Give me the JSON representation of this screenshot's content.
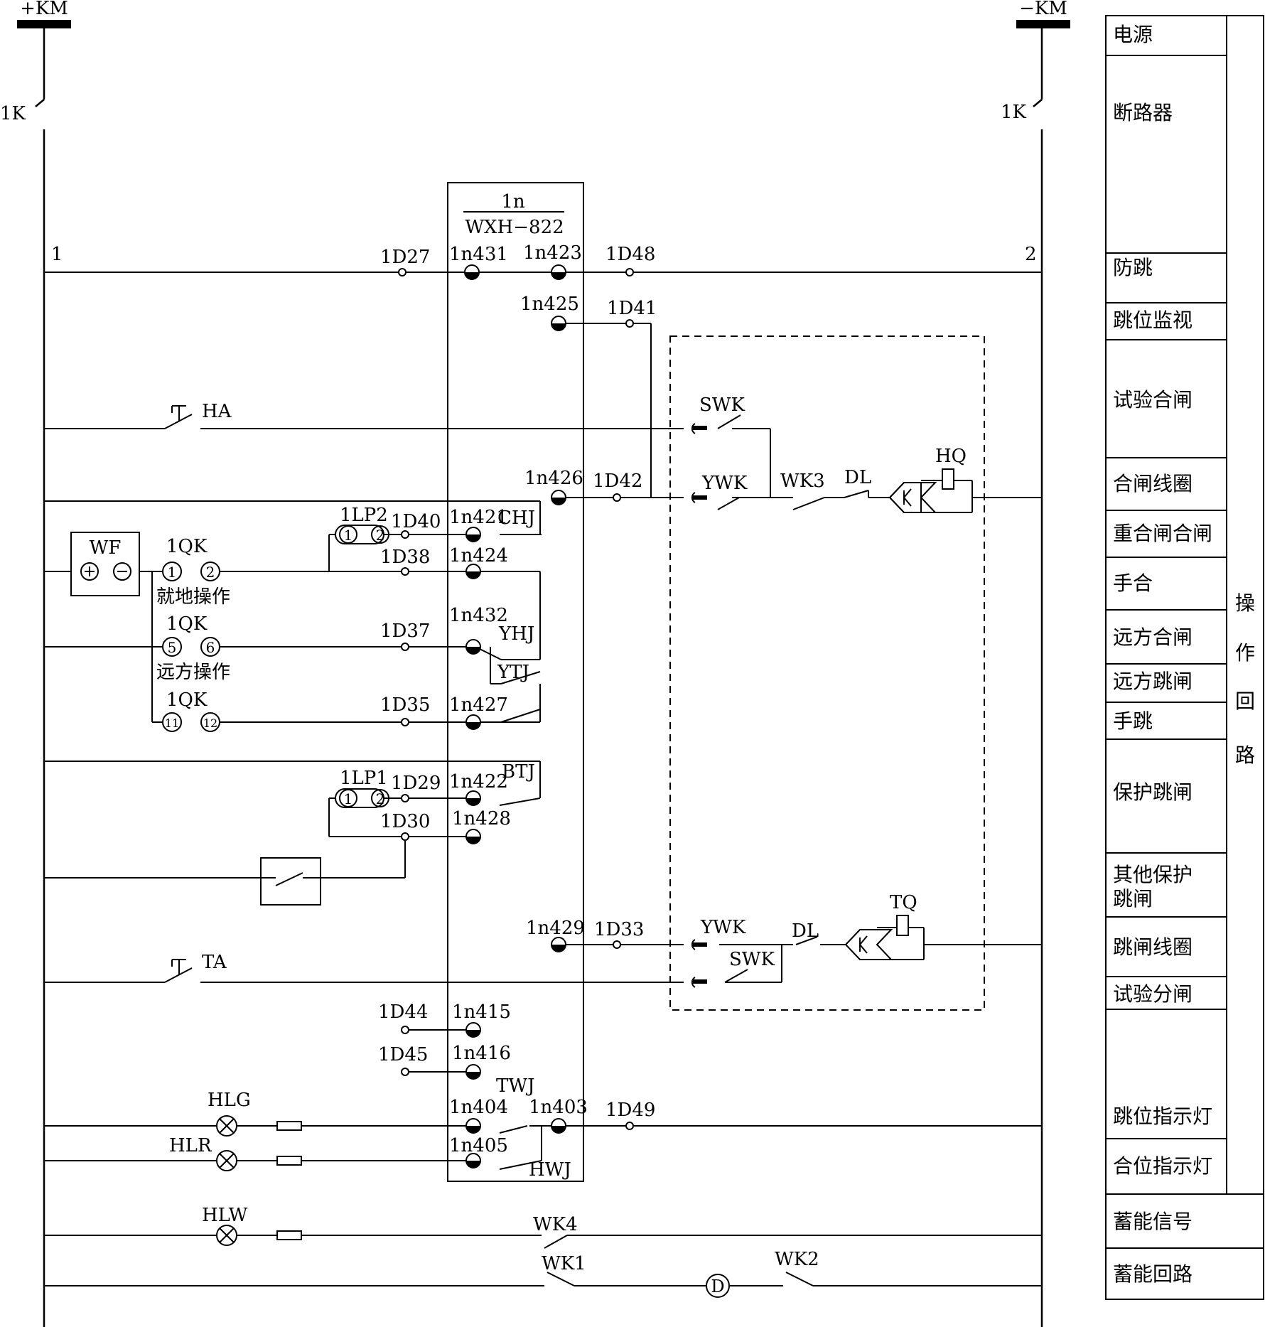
{
  "bus": {
    "pos": "+KM",
    "neg": "−KM",
    "switch": "1K",
    "node_left": "1",
    "node_right": "2"
  },
  "device": {
    "line1": "1n",
    "line2": "WXH−822"
  },
  "terminals": {
    "t431": "1n431",
    "t423": "1n423",
    "t425": "1n425",
    "t426": "1n426",
    "t421": "1n421",
    "t424": "1n424",
    "t432": "1n432",
    "t427": "1n427",
    "t422": "1n422",
    "t428": "1n428",
    "t429": "1n429",
    "t415": "1n415",
    "t416": "1n416",
    "t404": "1n404",
    "t403": "1n403",
    "t405": "1n405",
    "d27": "1D27",
    "d48": "1D48",
    "d41": "1D41",
    "d42": "1D42",
    "d40": "1D40",
    "d38": "1D38",
    "d37": "1D37",
    "d35": "1D35",
    "d29": "1D29",
    "d30": "1D30",
    "d33": "1D33",
    "d44": "1D44",
    "d45": "1D45",
    "d49": "1D49"
  },
  "components": {
    "ha": "HA",
    "ta": "TA",
    "swk": "SWK",
    "ywk": "YWK",
    "wk3": "WK3",
    "dl": "DL",
    "hq": "HQ",
    "tq": "TQ",
    "wf": "WF",
    "qk": "1QK",
    "lp2": "1LP2",
    "lp1": "1LP1",
    "chj": "CHJ",
    "yhj": "YHJ",
    "ytj": "YTJ",
    "btj": "BTJ",
    "twj": "TWJ",
    "hwj": "HWJ",
    "hlg": "HLG",
    "hlr": "HLR",
    "hlw": "HLW",
    "wk4": "WK4",
    "wk1": "WK1",
    "wk2": "WK2",
    "motor": "D",
    "local_op": "就地操作",
    "remote_op": "远方操作"
  },
  "circle_nums": {
    "n1": "1",
    "n2": "2",
    "n5": "5",
    "n6": "6",
    "n11": "11",
    "n12": "12"
  },
  "legend": {
    "rows": [
      "电源",
      "断路器",
      "防跳",
      "跳位监视",
      "试验合闸",
      "合闸线圈",
      "重合闸合闸",
      "手合",
      "远方合闸",
      "远方跳闸",
      "手跳",
      "保护跳闸",
      "其他保护",
      "跳闸",
      "跳闸线圈",
      "试验分闸",
      "跳位指示灯",
      "合位指示灯",
      "蓄能信号",
      "蓄能回路"
    ],
    "group": [
      "操",
      "作",
      "回",
      "路"
    ]
  }
}
